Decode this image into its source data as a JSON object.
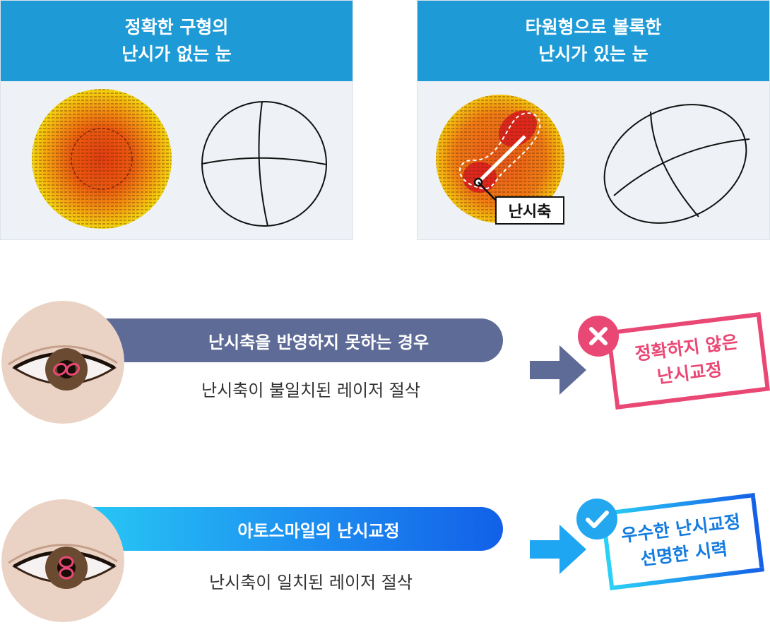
{
  "panels": {
    "left": {
      "title": "정확한 구형의\n난시가 없는 눈"
    },
    "right": {
      "title": "타원형으로 볼록한\n난시가 있는 눈",
      "axis_label": "난시축"
    }
  },
  "rows": [
    {
      "heading": "난시축을 반영하지 못하는 경우",
      "description": "난시축이 불일치된 레이저 절삭",
      "result_line1": "정확하지 않은",
      "result_line2": "난시교정",
      "badge": "x-icon",
      "color": "#e94874"
    },
    {
      "heading": "아토스마일의 난시교정",
      "description": "난시축이 일치된 레이저 절삭",
      "result_line1": "우수한 난시교정",
      "result_line2": "선명한 시력",
      "badge": "check-icon",
      "color": "#1a8ff0"
    }
  ],
  "colors": {
    "header_blue": "#1e9bd7",
    "bar_slate": "#5e6b96",
    "accent_pink": "#e94874",
    "accent_blue": "#1a8ff0"
  }
}
